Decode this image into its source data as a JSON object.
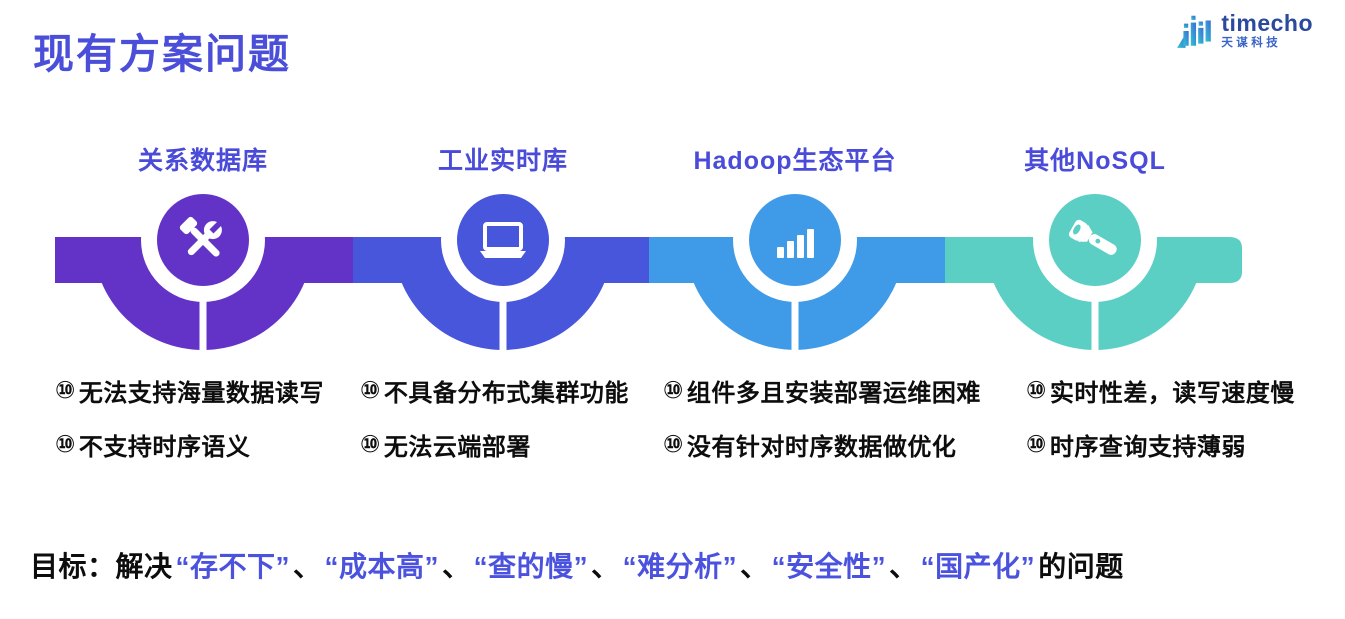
{
  "page": {
    "title": "现有方案问题"
  },
  "logo": {
    "wordmark": "timecho",
    "subtitle": "天谋科技",
    "wordmark_color": "#2B4A9E",
    "subtitle_color": "#3A63C8",
    "gradient": [
      "#2FC6CE",
      "#3F6AD8"
    ]
  },
  "theme": {
    "title_color": "#4A4ED8",
    "heading_color": "#4A4BD9",
    "bullet_text_color": "#0d0d0d",
    "background": "#ffffff"
  },
  "bullet_marker": "⑩",
  "columns": [
    {
      "header": "关系数据库",
      "icon": "tools-icon",
      "color": "#6333C8",
      "bullets": [
        "无法支持海量数据读写",
        "不支持时序语义"
      ]
    },
    {
      "header": "工业实时库",
      "icon": "laptop-icon",
      "color": "#4756DA",
      "bullets": [
        "不具备分布式集群功能",
        "无法云端部署"
      ]
    },
    {
      "header": "Hadoop生态平台",
      "icon": "bar-chart-icon",
      "color": "#3F9BE8",
      "bullets": [
        "组件多且安装部署运维困难",
        "没有针对时序数据做优化"
      ]
    },
    {
      "header": "其他NoSQL",
      "icon": "flashlight-icon",
      "color": "#5CCFC4",
      "bullets": [
        "实时性差，读写速度慢",
        "时序查询支持薄弱"
      ]
    }
  ],
  "goal": {
    "prefix": "目标：解决",
    "terms": [
      "“存不下”",
      "“成本高”",
      "“查的慢”",
      "“难分析”",
      "“安全性”",
      "“国产化”"
    ],
    "separator": "、",
    "suffix": "的问题",
    "highlight_color": "#4A52DE"
  }
}
